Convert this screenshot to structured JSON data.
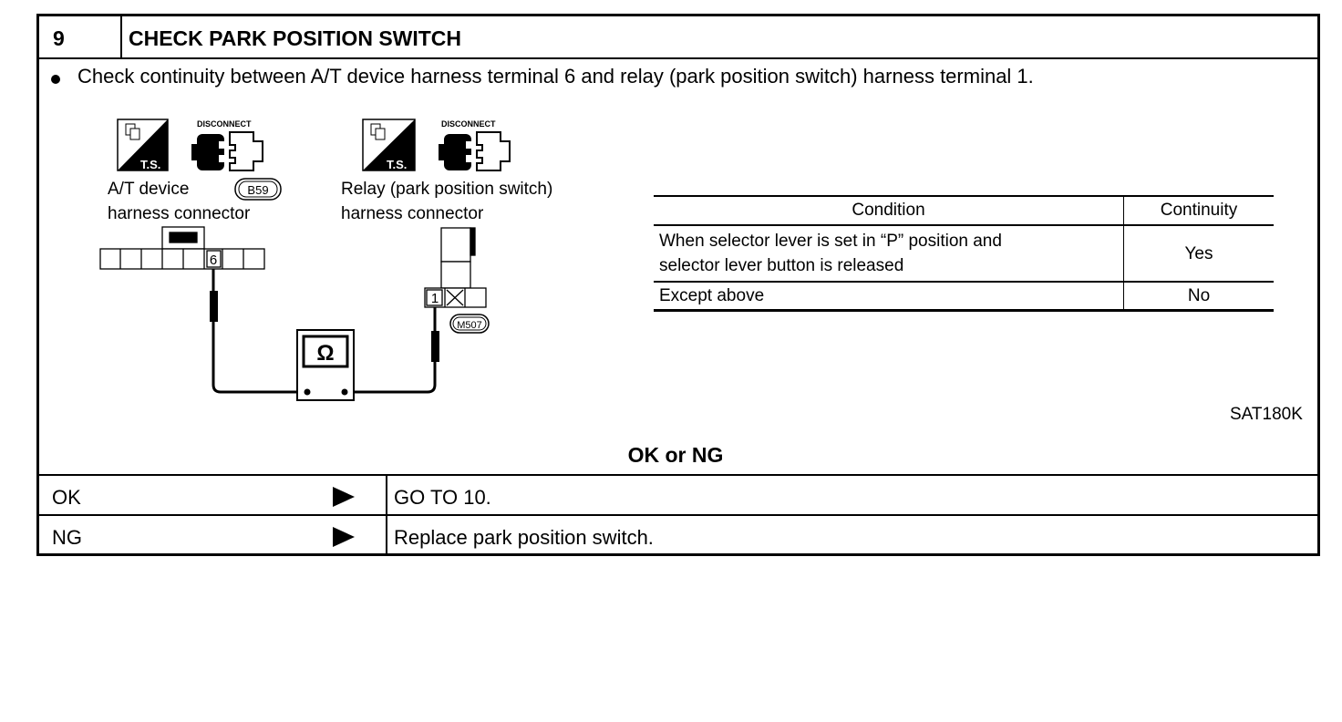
{
  "step": {
    "number": "9",
    "title": "CHECK PARK POSITION SWITCH"
  },
  "instruction": "Check continuity between A/T device harness terminal 6 and relay (park position switch) harness terminal 1.",
  "diagram": {
    "ts_label": "T.S.",
    "disconnect_label": "DISCONNECT",
    "left_connector": {
      "name_line1": "A/T device",
      "name_line2": "harness connector",
      "connector_id": "B59",
      "terminal": "6"
    },
    "right_connector": {
      "name_line1": "Relay (park position switch)",
      "name_line2": "harness connector",
      "connector_id": "M507",
      "terminal": "1"
    },
    "ohmmeter_symbol": "Ω",
    "figure_id": "SAT180K"
  },
  "table": {
    "headers": [
      "Condition",
      "Continuity"
    ],
    "rows": [
      {
        "condition_line1": "When selector lever is set in “P” position and",
        "condition_line2": "selector lever button is released",
        "continuity": "Yes"
      },
      {
        "condition": "Except above",
        "continuity": "No"
      }
    ]
  },
  "question": "OK or NG",
  "results": [
    {
      "label": "OK",
      "action": "GO TO 10."
    },
    {
      "label": "NG",
      "action": "Replace park position switch."
    }
  ]
}
